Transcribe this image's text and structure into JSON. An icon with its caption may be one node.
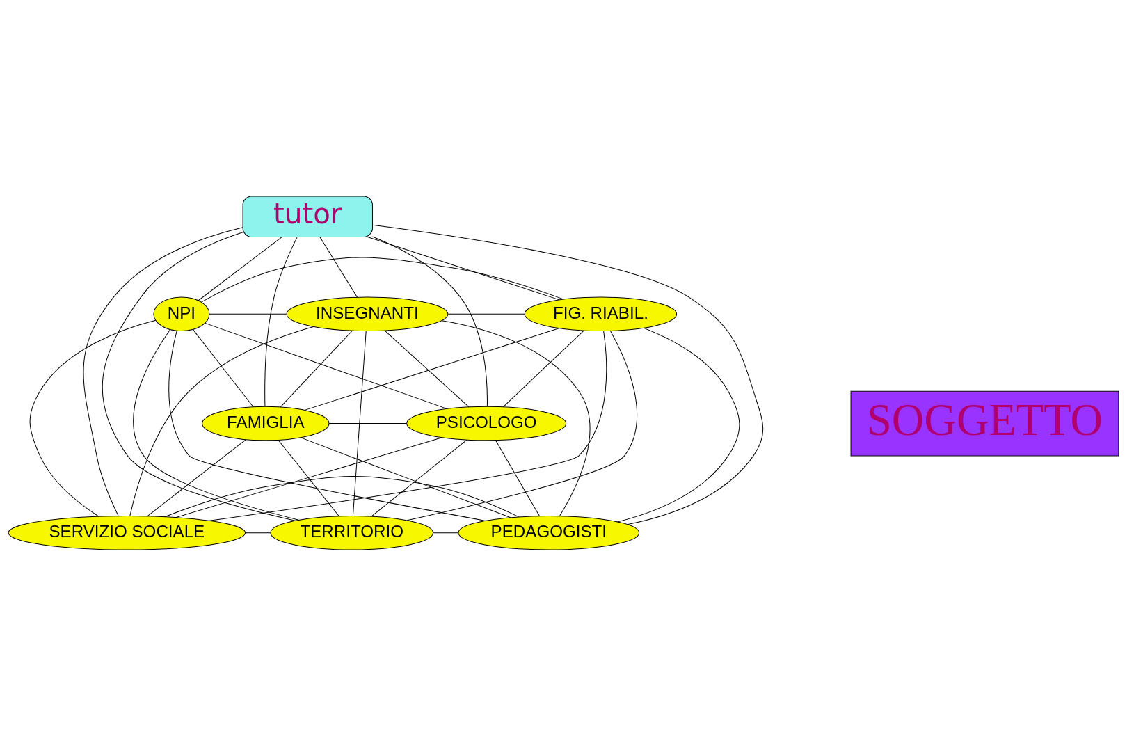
{
  "diagram": {
    "nodes": [
      {
        "text": [
          "tutor"
        ]
      },
      {
        "text": [
          "NPI"
        ]
      },
      {
        "text": [
          "INSEGNANTI"
        ]
      },
      {
        "text": [
          "FIG. RIABIL."
        ]
      },
      {
        "text": [
          "FAMIGLIA"
        ]
      },
      {
        "text": [
          "SOGGETTO"
        ]
      },
      {
        "text": [
          "PSICOLOGO"
        ]
      },
      {
        "text": [
          "SERVIZIO SOCIALE"
        ]
      },
      {
        "text": [
          "TERRITORIO"
        ]
      },
      {
        "text": [
          "PEDAGOGISTI"
        ]
      }
    ],
    "edges": [
      {
        "from": 0,
        "to": 1,
        "arrow": "none"
      },
      {
        "from": 0,
        "to": 2,
        "arrow": "none"
      },
      {
        "from": 0,
        "to": 3,
        "arrow": "none"
      },
      {
        "from": 0,
        "to": 4,
        "arrow": "none"
      },
      {
        "from": 0,
        "to": 6,
        "arrow": "none"
      },
      {
        "from": 0,
        "to": 7,
        "arrow": "none"
      },
      {
        "from": 0,
        "to": 8,
        "arrow": "none"
      },
      {
        "from": 0,
        "to": 9,
        "arrow": "none"
      },
      {
        "from": 1,
        "to": 2,
        "arrow": "none"
      },
      {
        "from": 1,
        "to": 3,
        "arrow": "none"
      },
      {
        "from": 1,
        "to": 4,
        "arrow": "none"
      },
      {
        "from": 1,
        "to": 6,
        "arrow": "none"
      },
      {
        "from": 1,
        "to": 7,
        "arrow": "none"
      },
      {
        "from": 1,
        "to": 8,
        "arrow": "none"
      },
      {
        "from": 1,
        "to": 9,
        "arrow": "none"
      },
      {
        "from": 2,
        "to": 3,
        "arrow": "none"
      },
      {
        "from": 2,
        "to": 4,
        "arrow": "none"
      },
      {
        "from": 2,
        "to": 6,
        "arrow": "none"
      },
      {
        "from": 2,
        "to": 7,
        "arrow": "none"
      },
      {
        "from": 2,
        "to": 8,
        "arrow": "none"
      },
      {
        "from": 2,
        "to": 9,
        "arrow": "none"
      },
      {
        "from": 3,
        "to": 4,
        "arrow": "none"
      },
      {
        "from": 3,
        "to": 6,
        "arrow": "none"
      },
      {
        "from": 3,
        "to": 7,
        "arrow": "none"
      },
      {
        "from": 3,
        "to": 8,
        "arrow": "none"
      },
      {
        "from": 3,
        "to": 9,
        "arrow": "none"
      },
      {
        "from": 4,
        "to": 6,
        "arrow": "none"
      },
      {
        "from": 4,
        "to": 7,
        "arrow": "none"
      },
      {
        "from": 4,
        "to": 8,
        "arrow": "none"
      },
      {
        "from": 4,
        "to": 9,
        "arrow": "none"
      },
      {
        "from": 6,
        "to": 7,
        "arrow": "none"
      },
      {
        "from": 6,
        "to": 8,
        "arrow": "none"
      },
      {
        "from": 6,
        "to": 9,
        "arrow": "none"
      },
      {
        "from": 7,
        "to": 8,
        "arrow": "none"
      },
      {
        "from": 7,
        "to": 9,
        "arrow": "none"
      },
      {
        "from": 8,
        "to": 9,
        "arrow": "none"
      }
    ]
  }
}
